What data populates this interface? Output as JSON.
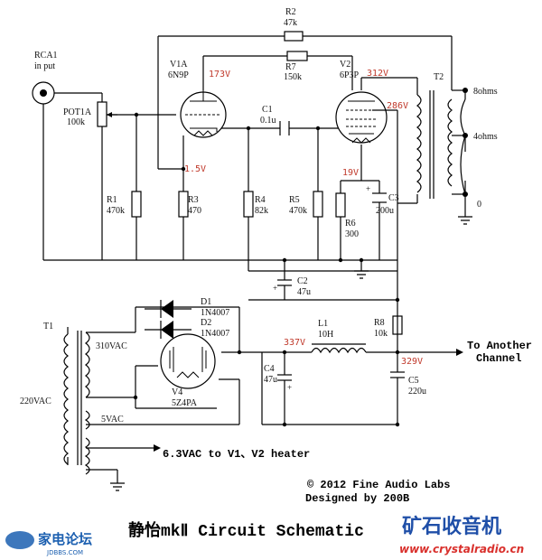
{
  "colors": {
    "voltage": "#c0392b",
    "ink": "#000000",
    "logo_left": "#1b5fb0",
    "logo_right": "#1f4fa8",
    "logo_red": "#d9302c"
  },
  "components": {
    "rca1": {
      "ref": "RCA1",
      "desc": "in put"
    },
    "pot1a": {
      "ref": "POT1A",
      "value": "100k"
    },
    "r1": {
      "ref": "R1",
      "value": "470k"
    },
    "r2": {
      "ref": "R2",
      "value": "47k"
    },
    "r3": {
      "ref": "R3",
      "value": "470"
    },
    "r4": {
      "ref": "R4",
      "value": "82k"
    },
    "r5": {
      "ref": "R5",
      "value": "470k"
    },
    "r6": {
      "ref": "R6",
      "value": "300"
    },
    "r7": {
      "ref": "R7",
      "value": "150k"
    },
    "r8": {
      "ref": "R8",
      "value": "10k"
    },
    "c1": {
      "ref": "C1",
      "value": "0.1u"
    },
    "c2": {
      "ref": "C2",
      "value": "47u"
    },
    "c3": {
      "ref": "C3",
      "value": "200u"
    },
    "c4": {
      "ref": "C4",
      "value": "47u"
    },
    "c5": {
      "ref": "C5",
      "value": "220u"
    },
    "v1a": {
      "ref": "V1A",
      "value": "6N9P"
    },
    "v2": {
      "ref": "V2",
      "value": "6P3P"
    },
    "v4": {
      "ref": "V4",
      "value": "5Z4PA"
    },
    "d1": {
      "ref": "D1",
      "value": "1N4007"
    },
    "d2": {
      "ref": "D2",
      "value": "1N4007"
    },
    "l1": {
      "ref": "L1",
      "value": "10H"
    },
    "t1": {
      "ref": "T1"
    },
    "t2": {
      "ref": "T2"
    }
  },
  "taps": {
    "ohm8": "8ohms",
    "ohm4": "4ohms",
    "zero": "0"
  },
  "windings": {
    "primary": "220VAC",
    "hv": "310VAC",
    "fil5": "5VAC",
    "heater": "6.3VAC to V1、V2 heater"
  },
  "voltages": {
    "v1_plate": "173V",
    "v1_cathode": "1.5V",
    "v2_plate": "312V",
    "v2_screen": "286V",
    "v2_cathode": "19V",
    "rect_out": "337V",
    "bplus": "329V"
  },
  "output": {
    "line1": "To Another",
    "line2": "Channel"
  },
  "credits": {
    "copyright": "© 2012 Fine Audio Labs",
    "designer": "Designed by 200B"
  },
  "title": "静怡mkⅡ Circuit Schematic",
  "watermarks": {
    "left_logo": "家电论坛",
    "left_url": "JDBBS.COM",
    "right_logo": "矿石收音机",
    "right_url": "www.crystalradio.cn"
  }
}
